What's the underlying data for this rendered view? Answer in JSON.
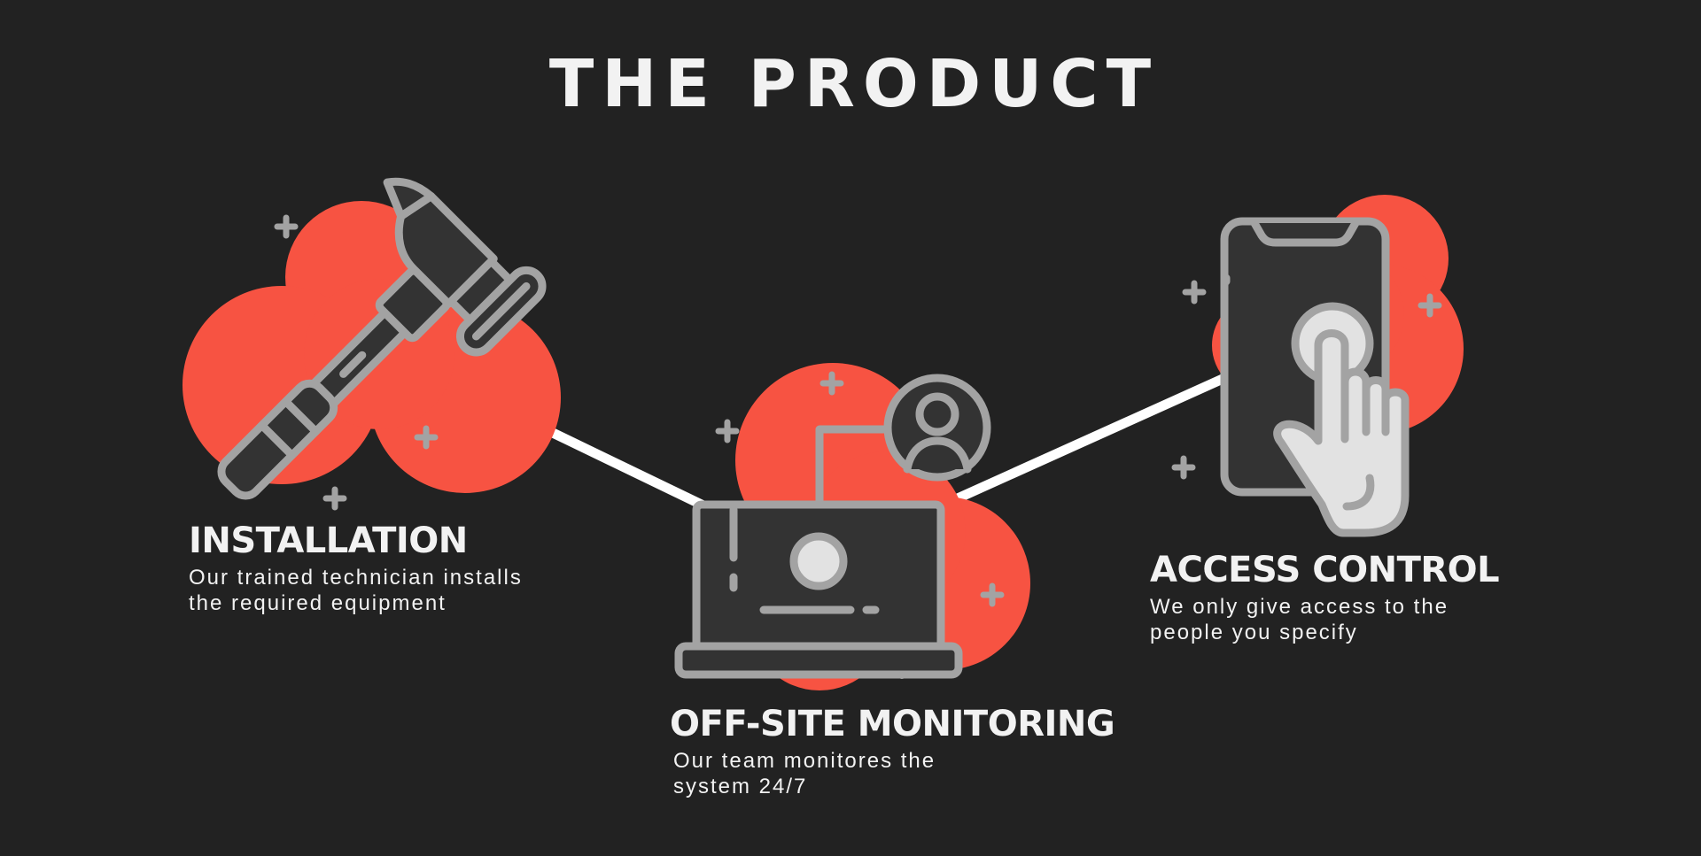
{
  "page": {
    "title": "THE PRODUCT"
  },
  "colors": {
    "background": "#222222",
    "accent": "#f75342",
    "icon_stroke": "#a3a3a3",
    "icon_fill_dark": "#333333",
    "icon_fill_light": "#e2e2e2",
    "text": "#f2f2f2"
  },
  "features": [
    {
      "icon": "hammer-icon",
      "heading": "INSTALLATION",
      "desc_line1": "Our trained technician installs",
      "desc_line2": "the required equipment"
    },
    {
      "icon": "laptop-user-icon",
      "heading": "OFF-SITE MONITORING",
      "desc_line1": "Our team monitores the",
      "desc_line2": "system 24/7"
    },
    {
      "icon": "smartphone-touch-icon",
      "heading": "ACCESS CONTROL",
      "desc_line1": "We only give access to the",
      "desc_line2": "people you specify"
    }
  ]
}
